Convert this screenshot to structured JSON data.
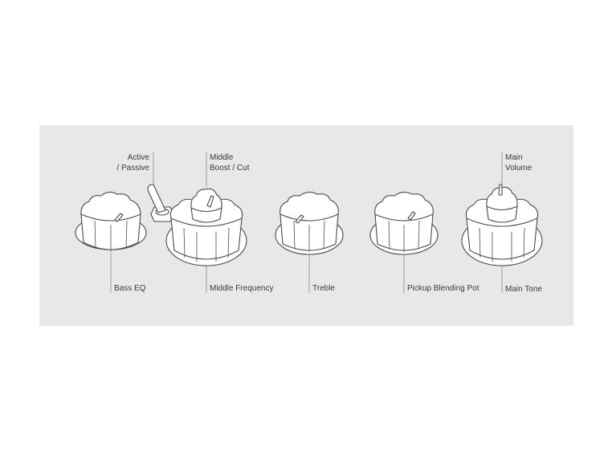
{
  "labels": {
    "active_passive": [
      "Active",
      "/ Passive"
    ],
    "middle_boost_cut": [
      "Middle",
      "Boost / Cut"
    ],
    "main_volume": [
      "Main",
      "Volume"
    ],
    "bass_eq": "Bass EQ",
    "middle_frequency": "Middle Frequency",
    "treble": "Treble",
    "pickup_blending_pot": "Pickup Blending Pot",
    "main_tone": "Main Tone"
  },
  "colors": {
    "panel": "#e8e8e8",
    "ink": "#4a4a4a",
    "leader": "#8a8a8a"
  }
}
